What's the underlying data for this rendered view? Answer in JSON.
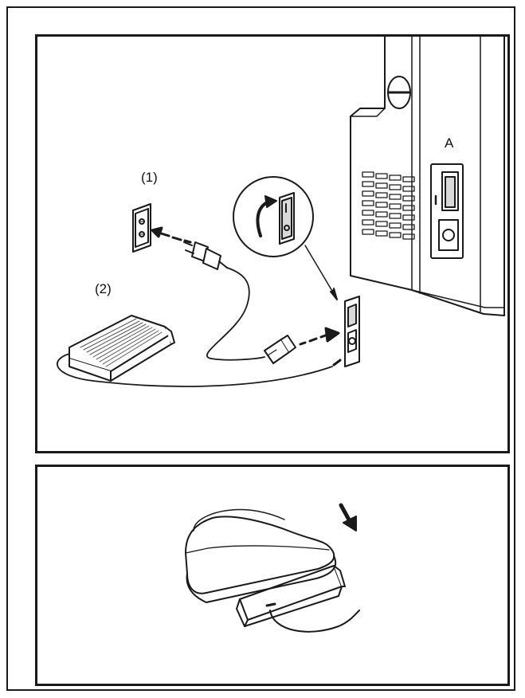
{
  "labels": {
    "outlet": "(1)",
    "foot_controller": "(2)",
    "power_switch": "A"
  },
  "colors": {
    "line": "#1a1a1a",
    "fill": "#ffffff",
    "shade": "#d9d9d9"
  },
  "icons": [
    "wall-outlet-icon",
    "power-plug-icon",
    "foot-controller-icon",
    "power-switch-icon",
    "sewing-machine-side-icon",
    "arrow-icon",
    "shoe-icon"
  ]
}
